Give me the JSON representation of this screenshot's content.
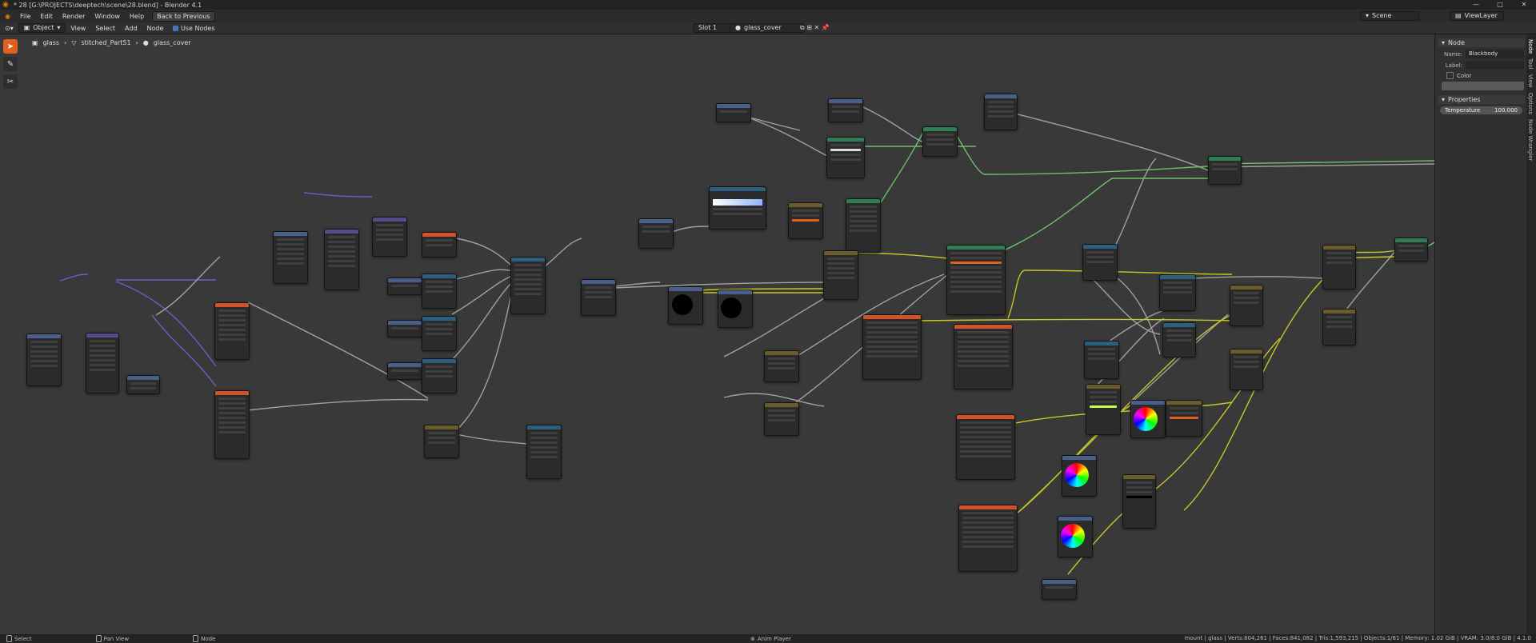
{
  "window": {
    "title": "* 28 [G:\\PROJECTS\\deeptech\\scene\\28.blend] - Blender 4.1",
    "controls": [
      "—",
      "□",
      "✕"
    ]
  },
  "menubar": {
    "items": [
      "File",
      "Edit",
      "Render",
      "Window",
      "Help"
    ],
    "back_button": "Back to Previous",
    "scene_label": "Scene",
    "viewlayer_label": "ViewLayer"
  },
  "editor_header": {
    "mode": "Object",
    "menus": [
      "View",
      "Select",
      "Add",
      "Node"
    ],
    "use_nodes_label": "Use Nodes",
    "slot": "Slot 1",
    "material": "glass_cover"
  },
  "breadcrumb": {
    "object": "glass",
    "mesh": "stitched_Part51",
    "material": "glass_cover"
  },
  "sidebar": {
    "node_panel": "Node",
    "name_label": "Name:",
    "name_value": "Blackbody",
    "label_label": "Label:",
    "label_value": "",
    "color_label": "Color",
    "properties_panel": "Properties",
    "temperature_label": "Temperature",
    "temperature_value": "100.000",
    "tabs": [
      "Node",
      "Tool",
      "View",
      "Options",
      "Node Wrangler"
    ]
  },
  "statusbar": {
    "select": "Select",
    "pan": "Pan View",
    "node": "Node",
    "anim": "Anim Player",
    "stats": "mount | glass | Verts:804,261 | Faces:841,082 | Tris:1,593,215 | Objects:1/81 | Memory: 1.02 GiB | VRAM: 3.0/8.0 GiB | 4.1.0"
  },
  "colors": {
    "accent": "#e0611f",
    "canvas": "#393939",
    "wire_shader": "#6fbf6f",
    "wire_color": "#c7c729",
    "wire_vector": "#6363c7",
    "wire_float": "#a1a1a1"
  }
}
